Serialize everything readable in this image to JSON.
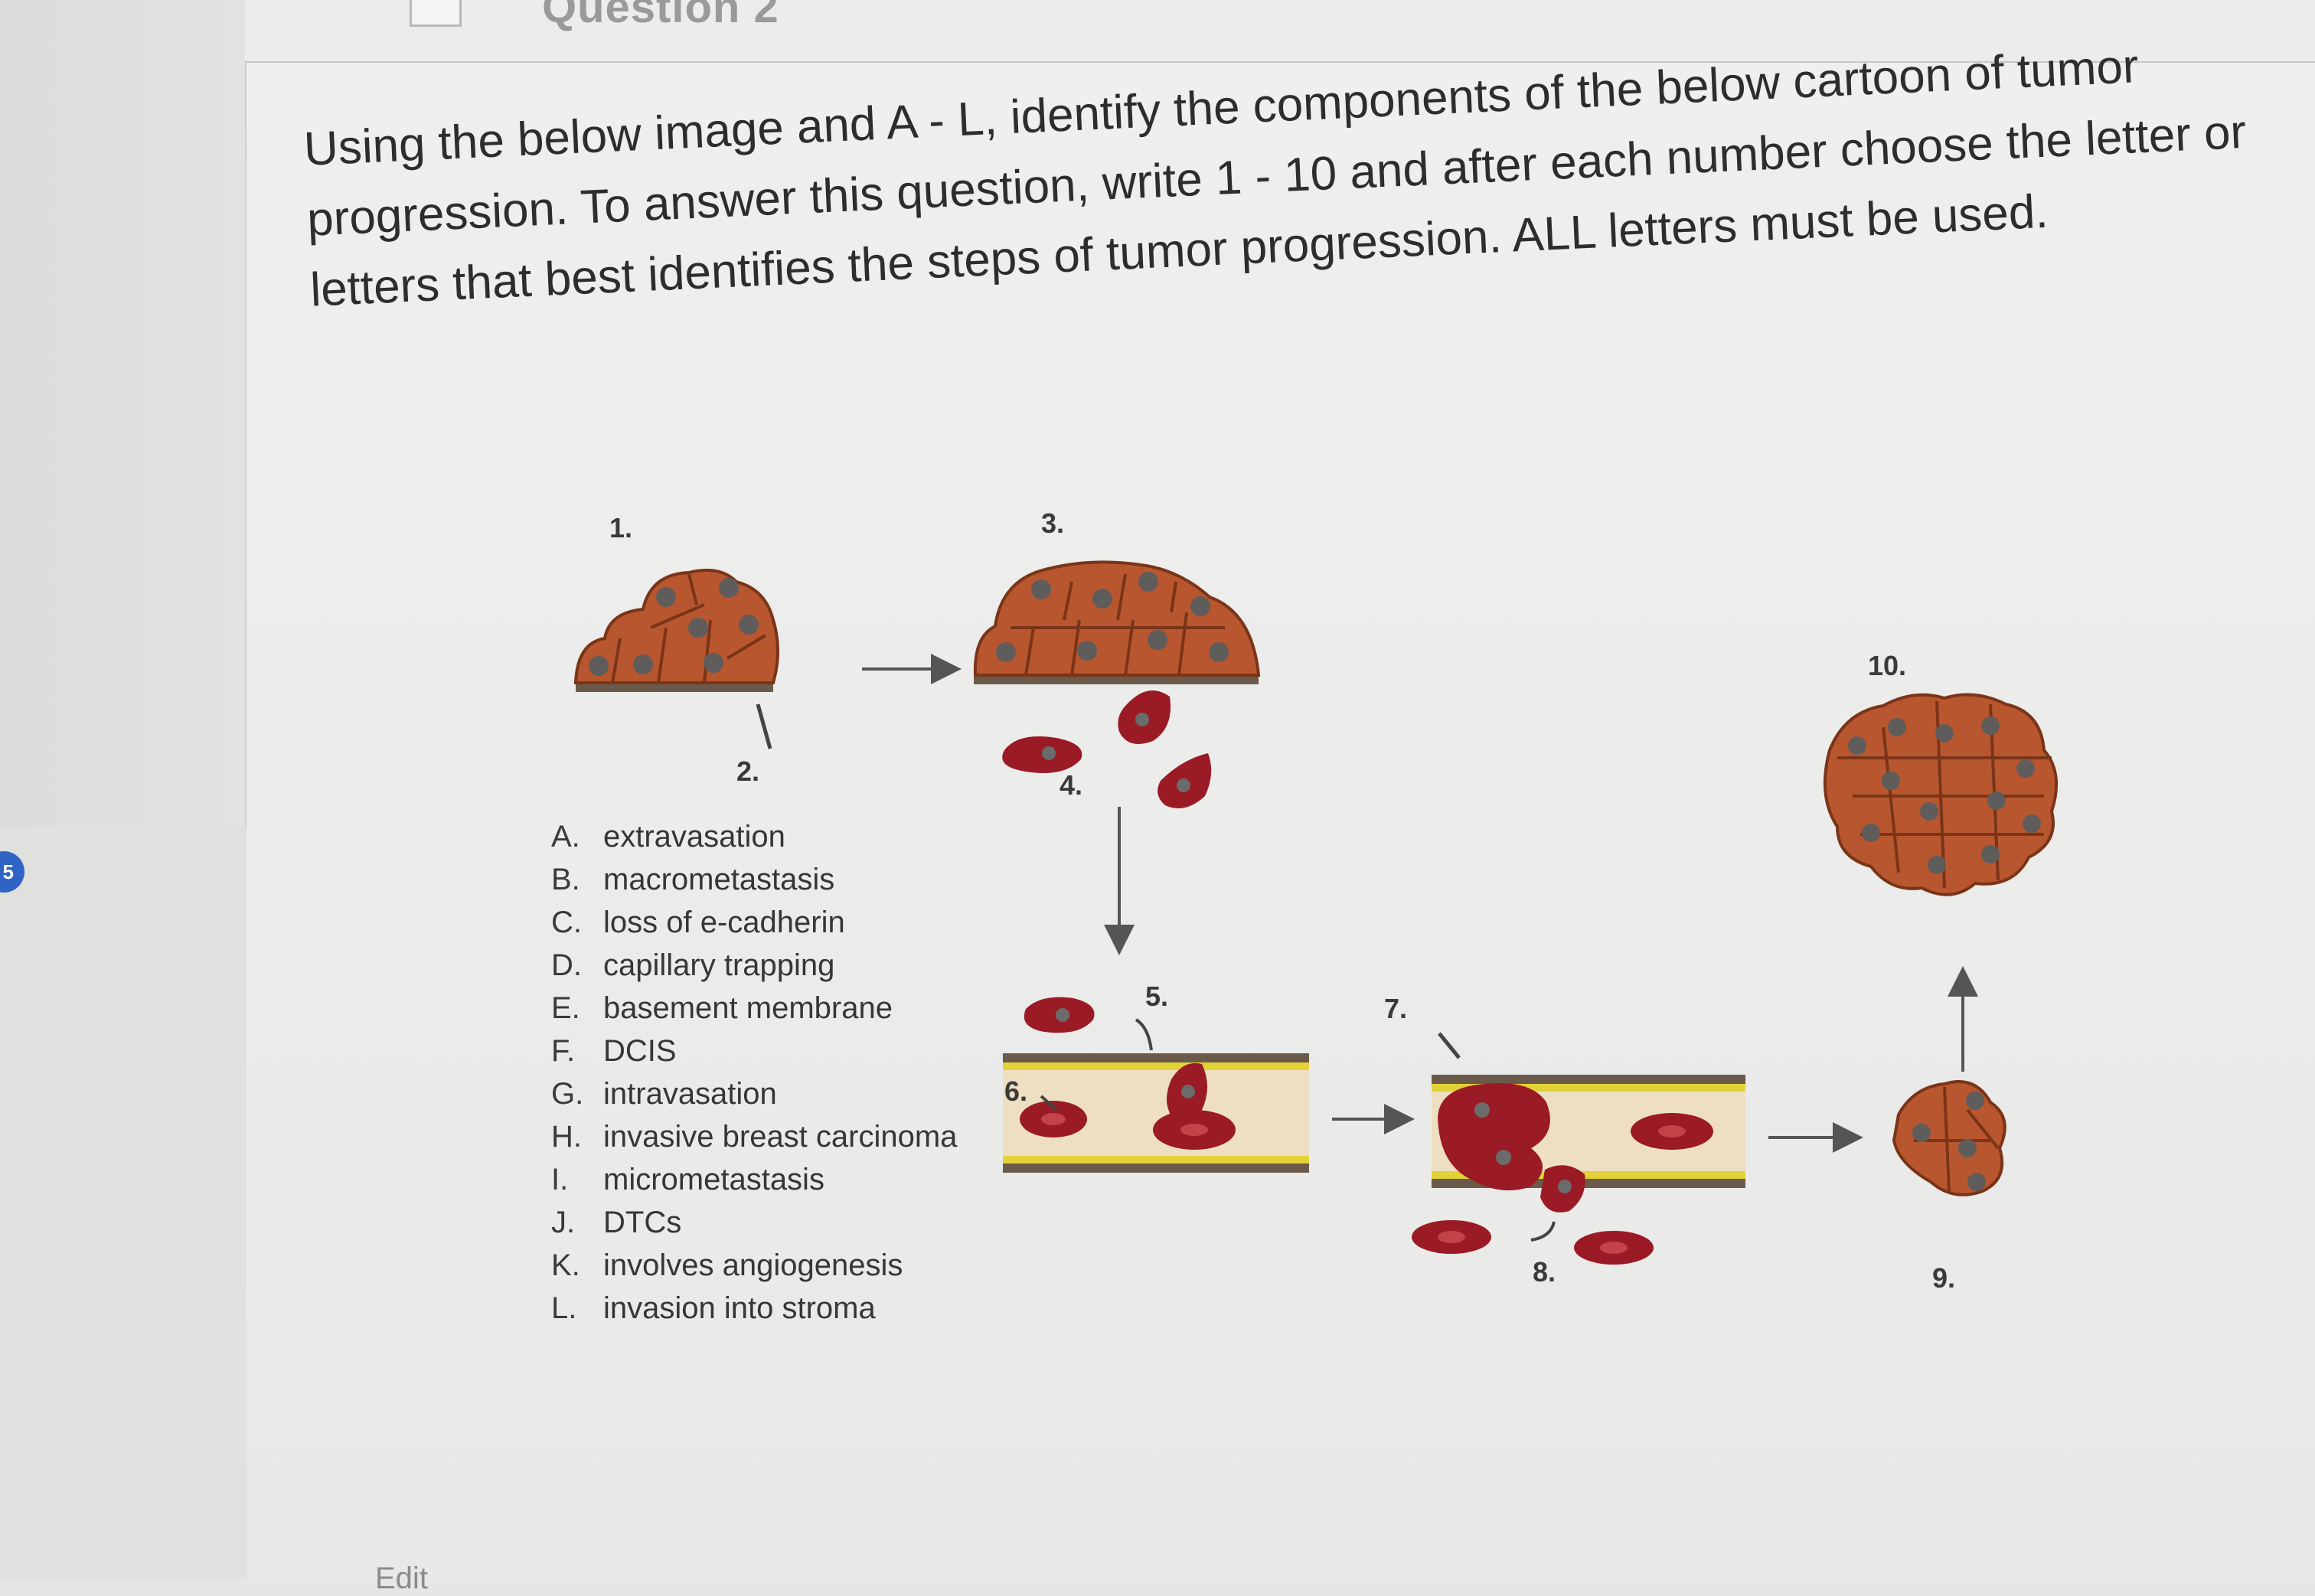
{
  "header": {
    "title": "Question 2"
  },
  "sidebar": {
    "step_number": "5"
  },
  "question": {
    "lines": [
      "Using the below image and A - L, identify the components of the below cartoon of tumor",
      "progression. To answer this question, write 1 - 10 and after each number choose the letter or",
      "letters that best identifies the steps of tumor progression.  ALL letters must be used."
    ]
  },
  "figure": {
    "labels": [
      "1.",
      "2.",
      "3.",
      "4.",
      "5.",
      "6.",
      "7.",
      "8.",
      "9.",
      "10."
    ]
  },
  "options": [
    {
      "letter": "A.",
      "text": "extravasation"
    },
    {
      "letter": "B.",
      "text": "macrometastasis"
    },
    {
      "letter": "C.",
      "text": "loss of e-cadherin"
    },
    {
      "letter": "D.",
      "text": "capillary trapping"
    },
    {
      "letter": "E.",
      "text": "basement membrane"
    },
    {
      "letter": "F.",
      "text": "DCIS"
    },
    {
      "letter": "G.",
      "text": "intravasation"
    },
    {
      "letter": "H.",
      "text": "invasive breast carcinoma"
    },
    {
      "letter": "I.",
      "text": "micrometastasis"
    },
    {
      "letter": "J.",
      "text": "DTCs"
    },
    {
      "letter": "K.",
      "text": "involves angiogenesis"
    },
    {
      "letter": "L.",
      "text": "invasion into stroma"
    }
  ],
  "footer": {
    "text": "Edit"
  },
  "colors": {
    "cell_fill": "#b8572f",
    "cell_stroke": "#7a3418",
    "nucleus": "#5f5c5c",
    "rbc_fill": "#9a1a25",
    "vessel_bg": "#eedfc3",
    "membrane": "#6b5a4a",
    "accent_blue": "#2f63c4"
  }
}
